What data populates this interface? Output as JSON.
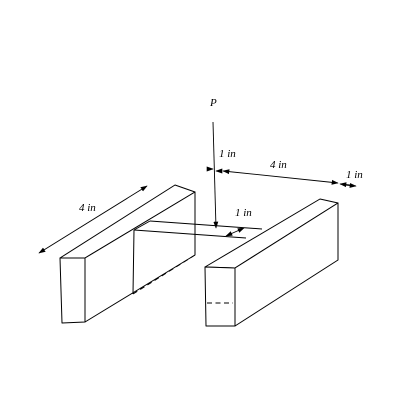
{
  "labels": {
    "load": "P",
    "beam_depth": "1 in",
    "span": "4 in",
    "support_width": "1 in",
    "beam_width": "1 in",
    "support_length": "4 in"
  },
  "colors": {
    "line": "#000000",
    "background": "#ffffff"
  }
}
